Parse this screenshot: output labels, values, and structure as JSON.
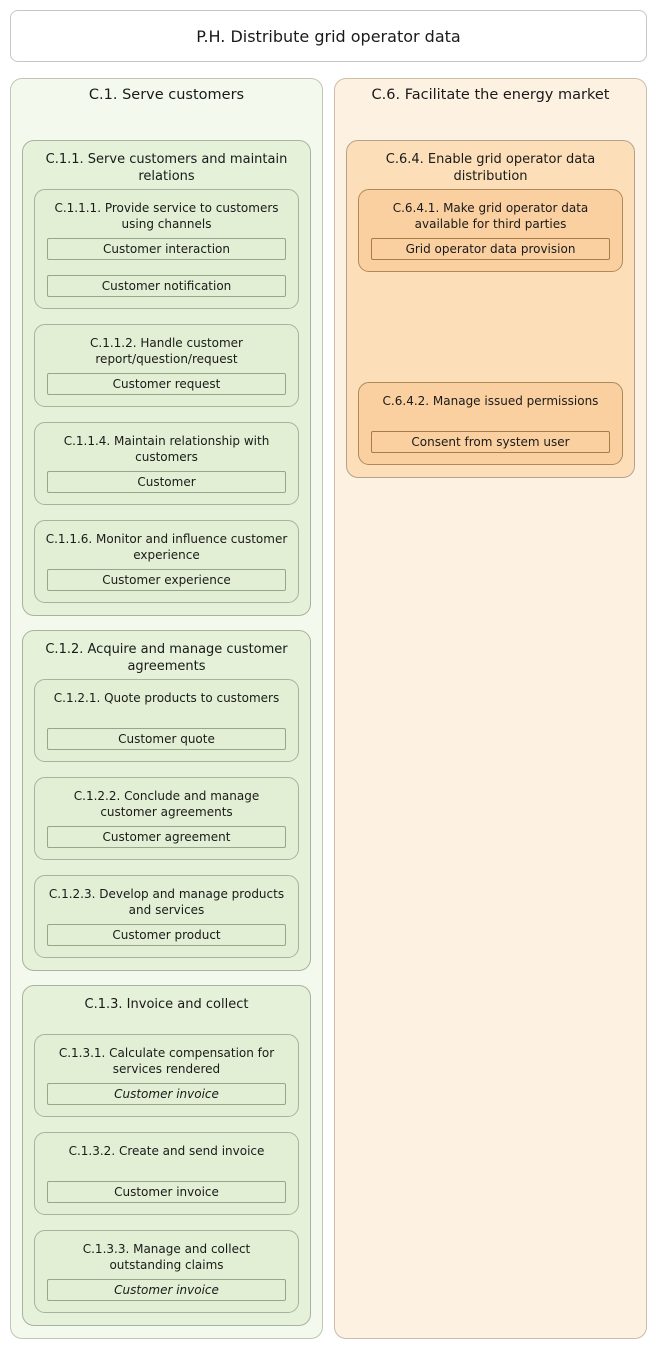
{
  "title": "P.H. Distribute grid operator data",
  "columns": [
    {
      "label": "C.1. Serve customers",
      "theme": {
        "column_bg": "#f4f9ee",
        "column_border": "#bfc6b3",
        "group_bg": "#e5f1d8",
        "group_border": "#a9b29e",
        "sub_bg": "#e3efd4",
        "sub_border": "#a9b29e",
        "item_bg": "#e3efd4",
        "item_border": "#97a68b"
      },
      "groups": [
        {
          "label": "C.1.1. Serve customers and maintain relations",
          "subs": [
            {
              "label": "C.1.1.1. Provide service to customers using channels",
              "items": [
                {
                  "label": "Customer interaction"
                },
                {
                  "label": "Customer notification"
                }
              ]
            },
            {
              "label": "C.1.1.2. Handle customer report/question/request",
              "items": [
                {
                  "label": "Customer request"
                }
              ]
            },
            {
              "label": "C.1.1.4. Maintain relationship with customers",
              "items": [
                {
                  "label": "Customer"
                }
              ]
            },
            {
              "label": "C.1.1.6. Monitor and influence customer experience",
              "items": [
                {
                  "label": "Customer experience"
                }
              ]
            }
          ]
        },
        {
          "label": "C.1.2. Acquire and manage customer agreements",
          "subs": [
            {
              "label": "C.1.2.1. Quote products to customers",
              "items": [
                {
                  "label": "Customer quote"
                }
              ]
            },
            {
              "label": "C.1.2.2. Conclude and manage customer agreements",
              "items": [
                {
                  "label": "Customer agreement"
                }
              ]
            },
            {
              "label": "C.1.2.3. Develop and manage products and services",
              "items": [
                {
                  "label": "Customer product"
                }
              ]
            }
          ]
        },
        {
          "label": "C.1.3. Invoice and collect",
          "subs": [
            {
              "label": "C.1.3.1. Calculate compensation for services rendered",
              "items": [
                {
                  "label": "Customer invoice",
                  "italic": true
                }
              ]
            },
            {
              "label": "C.1.3.2. Create and send invoice",
              "items": [
                {
                  "label": "Customer invoice"
                }
              ]
            },
            {
              "label": "C.1.3.3. Manage and collect outstanding claims",
              "items": [
                {
                  "label": "Customer invoice",
                  "italic": true
                }
              ]
            }
          ]
        }
      ]
    },
    {
      "label": "C.6. Facilitate the energy market",
      "theme": {
        "column_bg": "#fdf1e2",
        "column_border": "#ccbca9",
        "group_bg": "#fcdfb8",
        "group_border": "#b3a38e",
        "sub_bg": "#fbd0a0",
        "sub_border": "#b0895a",
        "item_bg": "#fbd0a0",
        "item_border": "#a87c48"
      },
      "groups": [
        {
          "label": "C.6.4. Enable grid operator data distribution",
          "subs": [
            {
              "label": "C.6.4.1. Make grid operator data available for third parties",
              "items": [
                {
                  "label": "Grid operator data provision"
                }
              ]
            },
            {
              "spacer": 80
            },
            {
              "label": "C.6.4.2. Manage issued permissions",
              "items": [
                {
                  "label": "Consent from system user"
                }
              ]
            }
          ]
        }
      ]
    }
  ]
}
